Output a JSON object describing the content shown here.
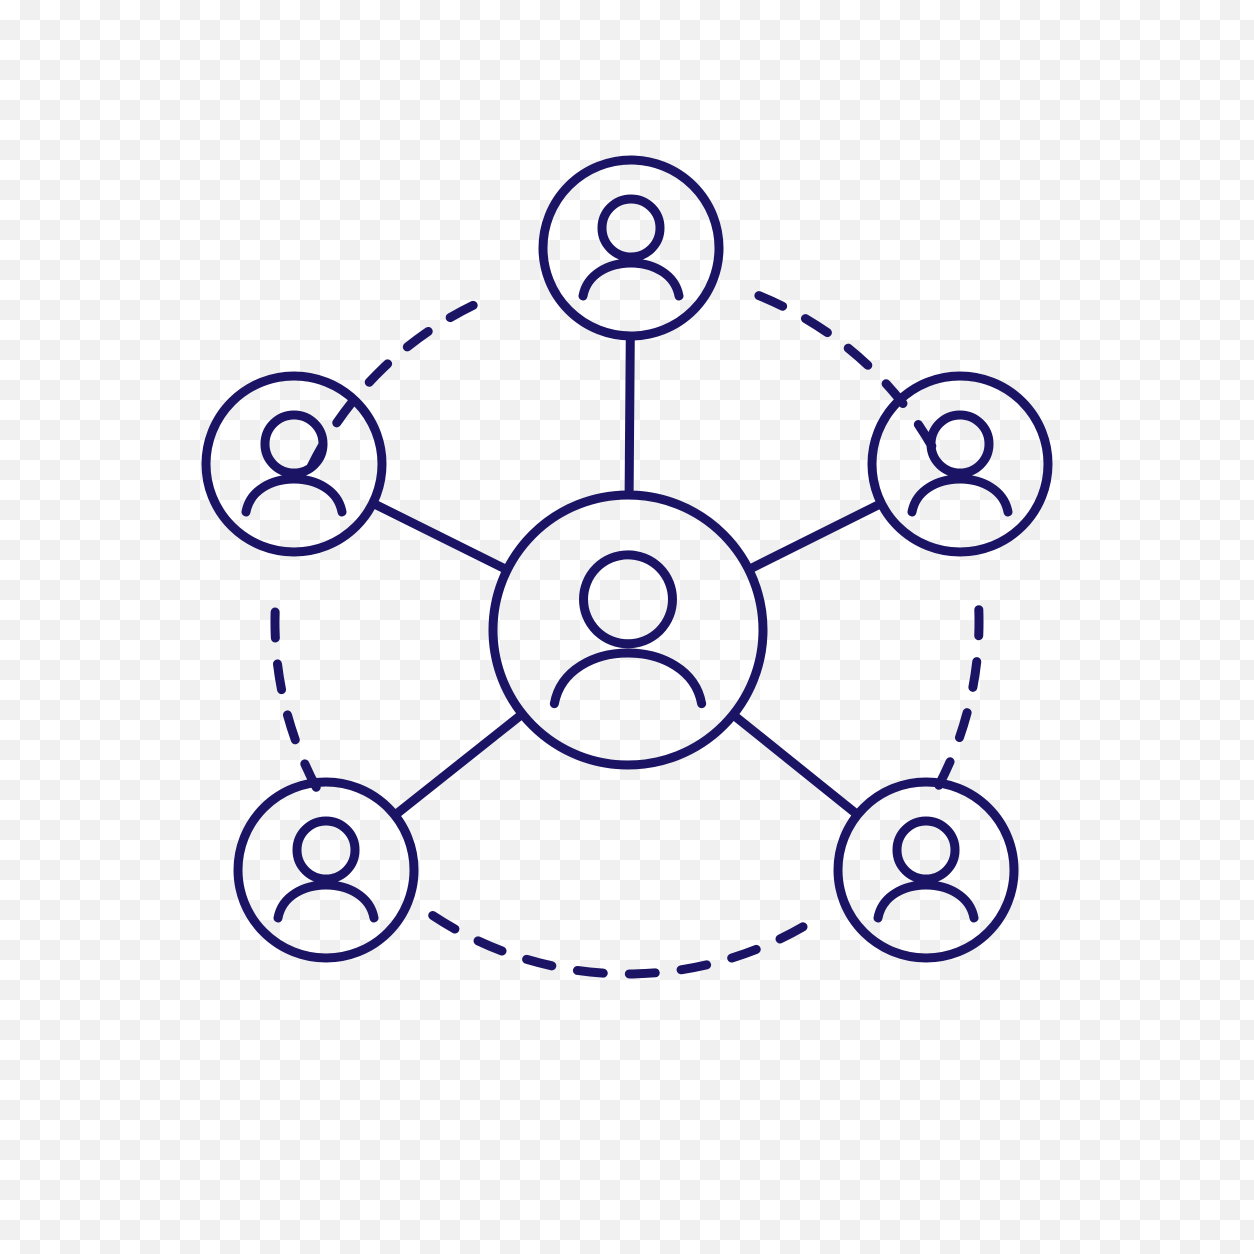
{
  "icon": {
    "name": "user-network-icon",
    "stroke_color": "#1b1464",
    "background": "transparent-checkerboard",
    "nodes": [
      {
        "role": "center",
        "icon": "user-icon"
      },
      {
        "role": "top",
        "icon": "user-icon"
      },
      {
        "role": "upper-left",
        "icon": "user-icon"
      },
      {
        "role": "upper-right",
        "icon": "user-icon"
      },
      {
        "role": "lower-left",
        "icon": "user-icon"
      },
      {
        "role": "lower-right",
        "icon": "user-icon"
      }
    ],
    "connector_style": "solid",
    "outer_ring_style": "dashed"
  }
}
